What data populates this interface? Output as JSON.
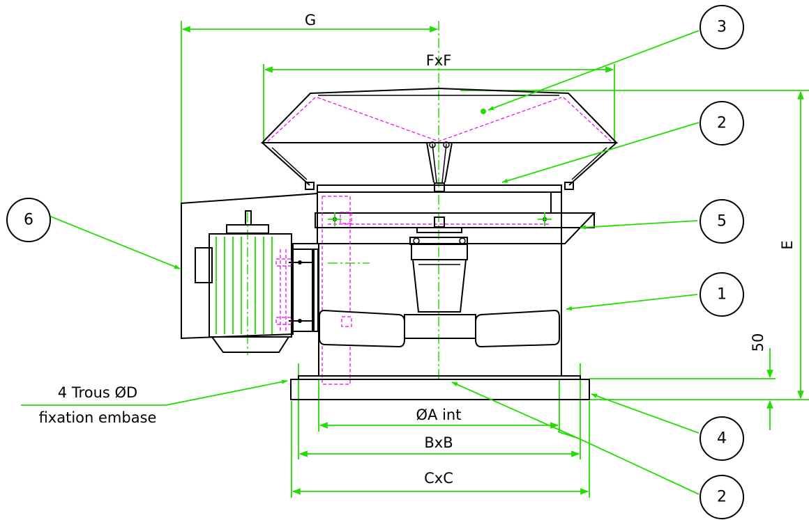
{
  "dimensions": {
    "g": "G",
    "fxf": "FxF",
    "e": "E",
    "fifty": "50",
    "phi_a_int": "ØA int",
    "bxb": "BxB",
    "cxc": "CxC"
  },
  "note": {
    "line1": "4 Trous ØD",
    "line2": "fixation embase"
  },
  "callouts": [
    "1",
    "2",
    "3",
    "4",
    "5",
    "6",
    "2"
  ],
  "colors": {
    "outline": "#000000",
    "dimension": "#22dd00",
    "hidden": "#ee00ee"
  }
}
